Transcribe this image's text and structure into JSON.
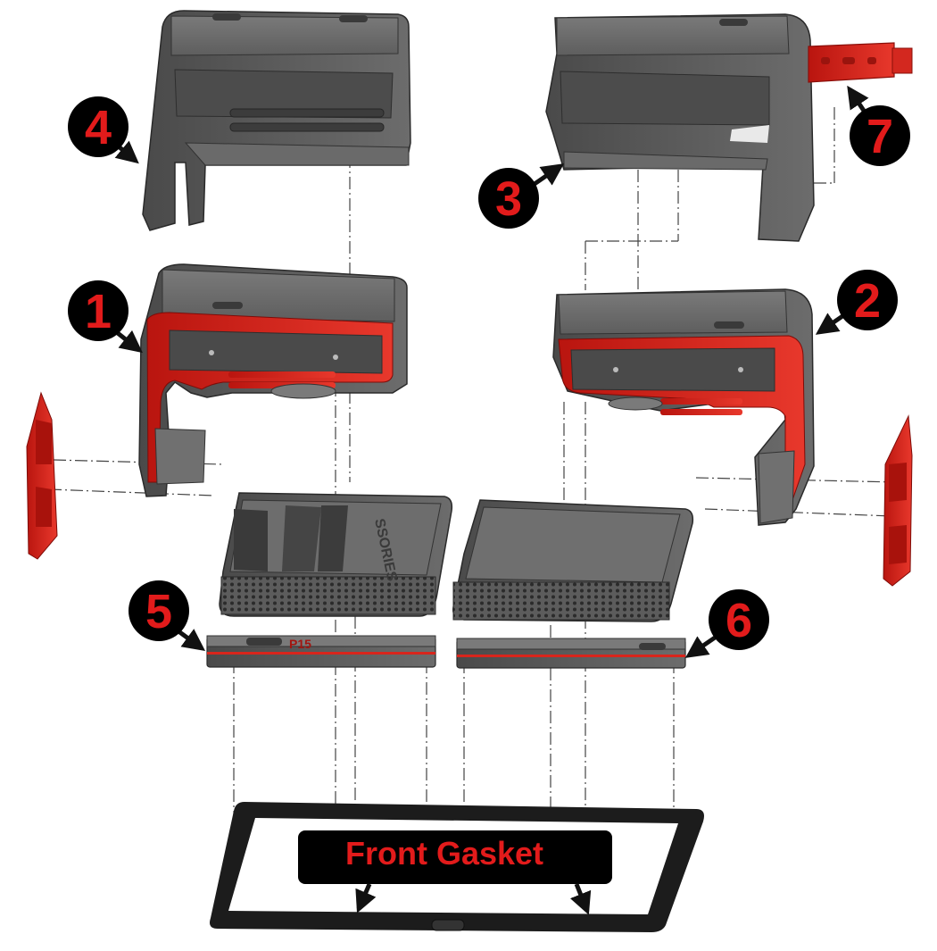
{
  "callouts": [
    {
      "id": "c1",
      "label": "1"
    },
    {
      "id": "c2",
      "label": "2"
    },
    {
      "id": "c3",
      "label": "3"
    },
    {
      "id": "c4",
      "label": "4"
    },
    {
      "id": "c5",
      "label": "5"
    },
    {
      "id": "c6",
      "label": "6"
    },
    {
      "id": "c7",
      "label": "7"
    }
  ],
  "gasket_label": "Front Gasket",
  "tray_left_emboss": "SSORIES",
  "bar_left_emboss": "P15",
  "colors": {
    "callout_bg": "#000000",
    "callout_text": "#e21b1b",
    "part_body": "#5a5a5a",
    "part_edge": "#2a2a2a",
    "seal_red": "#d8251c",
    "gasket_label_bg": "#000000",
    "gasket_label_text": "#e21b1b"
  }
}
